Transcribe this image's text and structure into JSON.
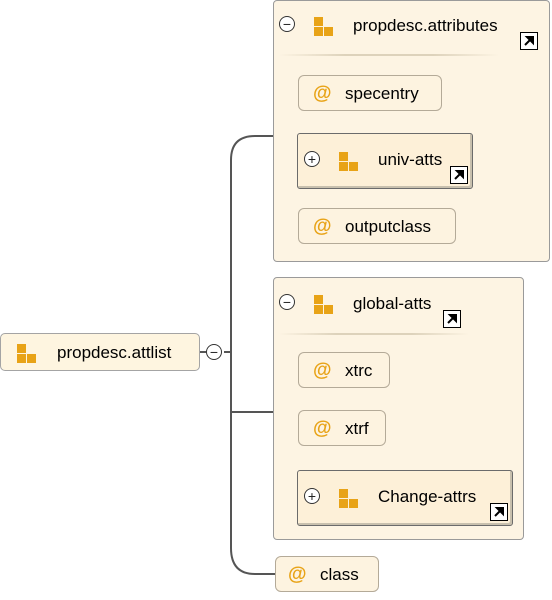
{
  "root": {
    "label": "propdesc.attlist",
    "icon": "group-icon",
    "toggle": "−"
  },
  "attributes_group": {
    "label": "propdesc.attributes",
    "toggle": "−",
    "items": [
      {
        "type": "attribute",
        "at": "@",
        "label": "specentry"
      },
      {
        "type": "group-ref",
        "label": "univ-atts",
        "toggle": "+"
      },
      {
        "type": "attribute",
        "at": "@",
        "label": "outputclass"
      }
    ]
  },
  "global_group": {
    "label": "global-atts",
    "toggle": "−",
    "items": [
      {
        "type": "attribute",
        "at": "@",
        "label": "xtrc"
      },
      {
        "type": "attribute",
        "at": "@",
        "label": "xtrf"
      },
      {
        "type": "group-ref",
        "label": "Change-attrs",
        "toggle": "+"
      }
    ]
  },
  "class_attr": {
    "at": "@",
    "label": "class"
  },
  "colors": {
    "accent": "#e8a317",
    "node_fill": "#fef5e0",
    "panel_fill": "#fdf4e3",
    "connector": "#555555"
  }
}
